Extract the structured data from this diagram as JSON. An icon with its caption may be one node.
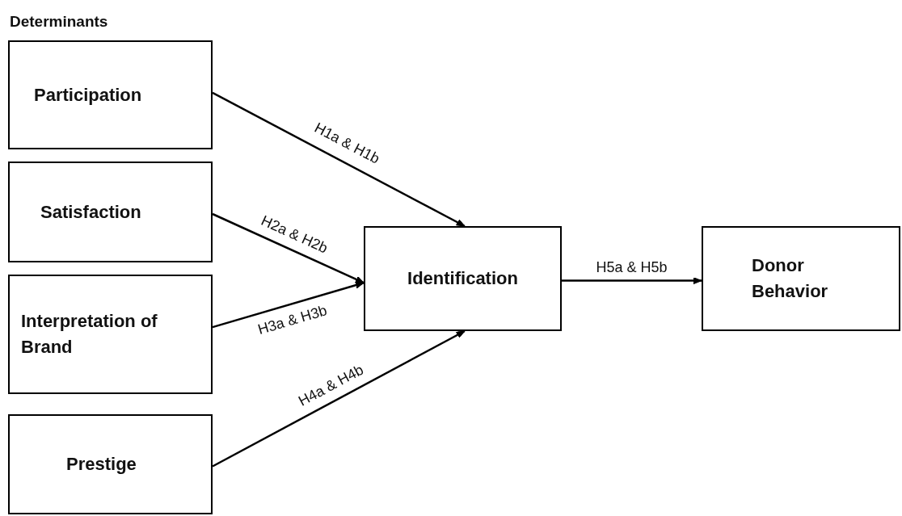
{
  "diagram": {
    "nodes": [
      {
        "text": [
          "Participation"
        ]
      },
      {
        "text": [
          "Satisfaction"
        ]
      },
      {
        "text": [
          "Interpretation of Brand"
        ]
      },
      {
        "text": [
          "Prestige"
        ]
      },
      {
        "text": [
          "Identification"
        ]
      },
      {
        "text": [
          "Donor Behavior"
        ]
      }
    ],
    "edges": [
      {
        "from": 0,
        "to": 4,
        "arrow": "to",
        "label": "H1a & H1b"
      },
      {
        "from": 1,
        "to": 4,
        "arrow": "to",
        "label": "H2a & H2b"
      },
      {
        "from": 2,
        "to": 4,
        "arrow": "to",
        "label": "H3a & H3b"
      },
      {
        "from": 3,
        "to": 4,
        "arrow": "to",
        "label": "H4a & H4b"
      },
      {
        "from": 4,
        "to": 5,
        "arrow": "to",
        "label": "H5a & H5b"
      }
    ],
    "labels": [
      "Determinants"
    ]
  }
}
